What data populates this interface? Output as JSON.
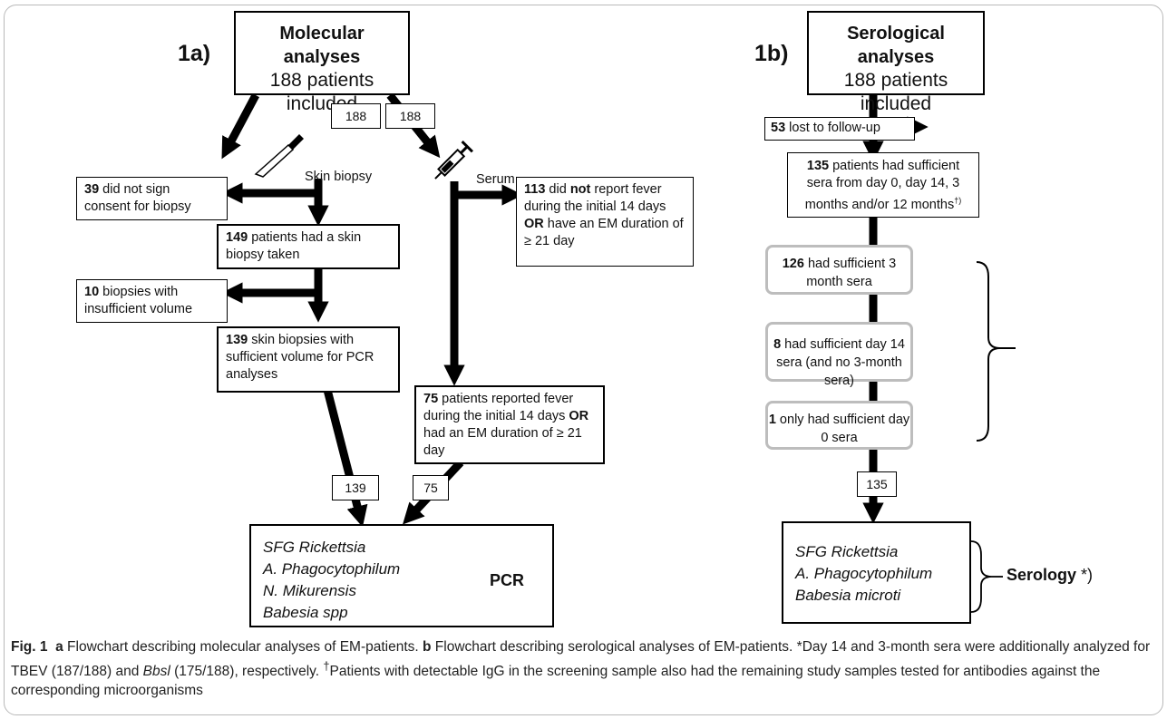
{
  "panel_a": {
    "label": "1a)",
    "top_box": {
      "title": "Molecular analyses",
      "subtitle": "188 patients included"
    },
    "split_counts": [
      "188",
      "188"
    ],
    "branch_labels": {
      "biopsy": "Skin biopsy",
      "serum": "Serum"
    },
    "no_consent": {
      "count": "39",
      "text": " did not sign consent for biopsy"
    },
    "biopsy_taken": {
      "count": "149",
      "text": " patients had a skin biopsy taken"
    },
    "insufficient": {
      "count": "10",
      "text": " biopsies with insufficient volume"
    },
    "sufficient": {
      "count": "139",
      "text": " skin biopsies with sufficient volume for PCR analyses"
    },
    "no_fever": {
      "count": "113",
      "t1": " did ",
      "not": "not",
      "t2": " report fever during the initial 14 days ",
      "or": "OR",
      "t3": " have an EM duration of ≥ 21 day"
    },
    "fever": {
      "count": "75",
      "t1": " patients reported fever during the initial 14 days ",
      "or": "OR",
      "t2": " had an EM duration of ≥ 21 day"
    },
    "flow_counts": [
      "139",
      "75"
    ],
    "result": {
      "organisms": [
        "SFG Rickettsia",
        "A. Phagocytophilum",
        "N. Mikurensis",
        "Babesia spp"
      ],
      "method": "PCR"
    }
  },
  "panel_b": {
    "label": "1b)",
    "top_box": {
      "title": "Serological analyses",
      "subtitle": "188 patients included"
    },
    "lost": {
      "count": "53",
      "text": " lost to follow-up"
    },
    "sufficient": {
      "count": "135",
      "text": " patients had sufficient sera from day 0, day 14, 3 months and/or 12 months",
      "sup": "†)"
    },
    "groups": [
      {
        "count": "126",
        "text": " had sufficient 3 month sera"
      },
      {
        "count": "8",
        "text": " had sufficient day 14 sera (and no 3-month sera)"
      },
      {
        "count": "1",
        "text": " only had sufficient day 0 sera"
      }
    ],
    "flow_count": "135",
    "result": {
      "organisms": [
        "SFG Rickettsia",
        "A. Phagocytophilum",
        "Babesia microti"
      ],
      "method": "Serology",
      "method_suffix": " *)"
    }
  },
  "caption": {
    "fig": "Fig. 1",
    "a": "a",
    "a_text": " Flowchart describing molecular analyses of EM-patients. ",
    "b": "b",
    "b_text": " Flowchart describing serological analyses of EM-patients. *Day 14 and 3-month sera were additionally analyzed for TBEV (187/188) and ",
    "bbsl": "Bbsl",
    "end_text": " (175/188), respectively. ",
    "dagger": "†",
    "dagger_text": "Patients with detectable IgG in the screening sample also had the remaining study samples tested for antibodies against the corresponding microorganisms"
  }
}
